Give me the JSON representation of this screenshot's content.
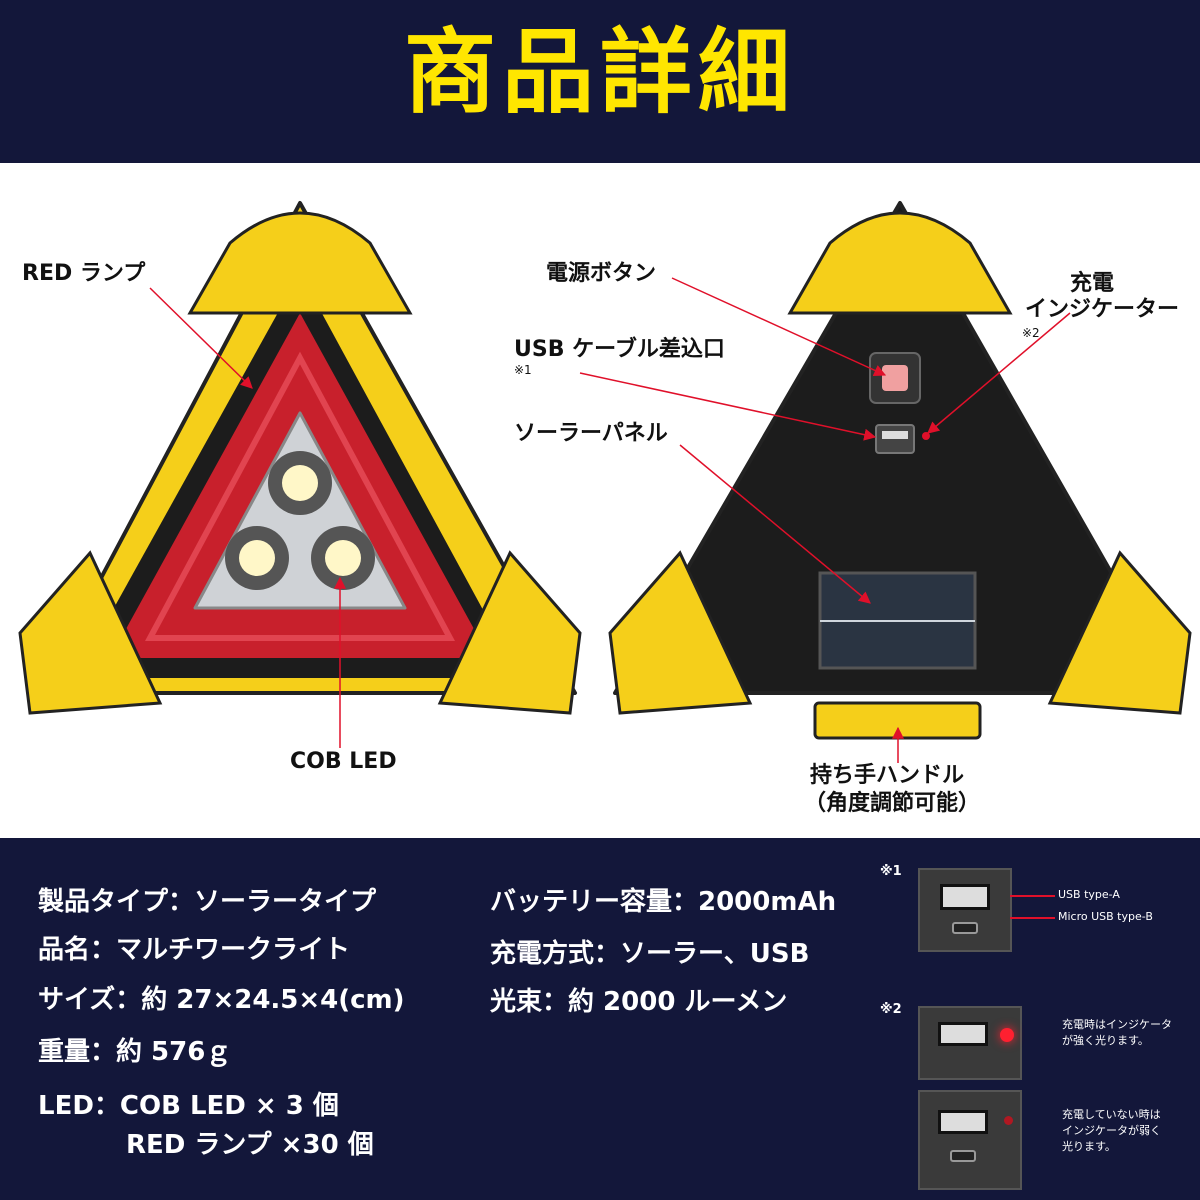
{
  "header": {
    "title": "商品詳細"
  },
  "callouts": {
    "red_lamp": "RED ランプ",
    "cob_led": "COB LED",
    "power_button": "電源ボタン",
    "charge_indicator_line1": "充電",
    "charge_indicator_line2": "インジケーター",
    "charge_indicator_note": "※2",
    "usb_port": "USB ケーブル差込口",
    "usb_port_note": "※1",
    "solar_panel": "ソーラーパネル",
    "handle_line1": "持ち手ハンドル",
    "handle_line2": "（角度調節可能）"
  },
  "specs": {
    "left": [
      "製品タイプ：ソーラータイプ",
      "品名：マルチワークライト",
      "サイズ：約 27×24.5×4(cm)",
      "重量：約 576ｇ",
      "LED：COB LED × 3 個"
    ],
    "led_second_line": "RED ランプ ×30 個",
    "right": [
      "バッテリー容量：2000mAh",
      "充電方式：ソーラー、USB",
      "光束：約 2000 ルーメン"
    ]
  },
  "insets": {
    "mark1": "※1",
    "usb_type_a": "USB type-A",
    "micro_usb": "Micro USB type-B",
    "mark2": "※2",
    "charging_text_1": "充電時はインジケータ",
    "charging_text_2": "が強く光ります。",
    "not_charging_text_1": "充電していない時は",
    "not_charging_text_2": "インジケータが弱く",
    "not_charging_text_3": "光ります。"
  },
  "colors": {
    "navy": "#13173a",
    "yellow": "#ffe600",
    "body_yellow": "#f5cf1a",
    "red_lens": "#c8202c",
    "arrow_red": "#e0102a"
  }
}
